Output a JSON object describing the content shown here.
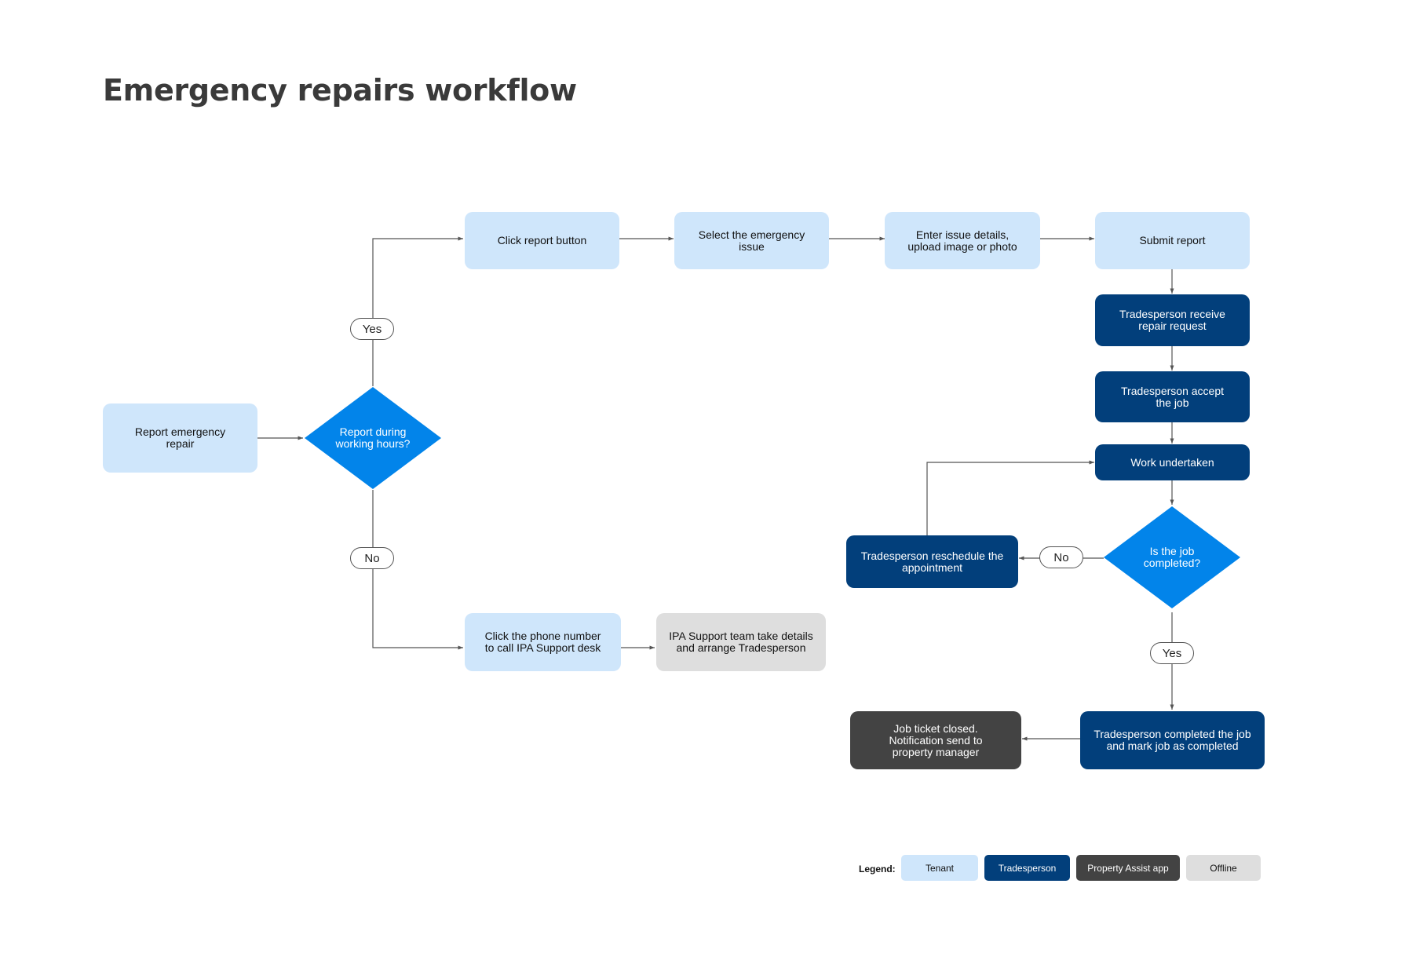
{
  "title": "Emergency repairs workflow",
  "colors": {
    "tenant": "#cfe6fb",
    "tradesperson": "#023f7b",
    "property_assist_app": "#434343",
    "offline": "#dedede",
    "decision": "#0284ea",
    "connector": "#555555"
  },
  "nodes": {
    "report_emergency": "Report emergency\nrepair",
    "click_report": "Click report button",
    "select_issue": "Select the emergency\nissue",
    "enter_details": "Enter issue details,\nupload image or photo",
    "submit_report": "Submit report",
    "receive_request": "Tradesperson receive\nrepair request",
    "accept_job": "Tradesperson accept\nthe job",
    "work_undertaken": "Work undertaken",
    "reschedule": "Tradesperson reschedule the\nappointment",
    "completed_job": "Tradesperson completed the job\nand mark job as completed",
    "ticket_closed": "Job ticket closed.\nNotification send to\nproperty manager",
    "call_support": "Click the phone number\nto call IPA Support desk",
    "support_team": "IPA Support team take details\nand arrange Tradesperson"
  },
  "decisions": {
    "working_hours": "Report during\nworking hours?",
    "job_completed": "Is the job\ncompleted?"
  },
  "labels": {
    "yes_top": "Yes",
    "no_bottom": "No",
    "no_right": "No",
    "yes_completed": "Yes"
  },
  "legend": {
    "label": "Legend:",
    "items": [
      "Tenant",
      "Tradesperson",
      "Property Assist app",
      "Offline"
    ]
  }
}
